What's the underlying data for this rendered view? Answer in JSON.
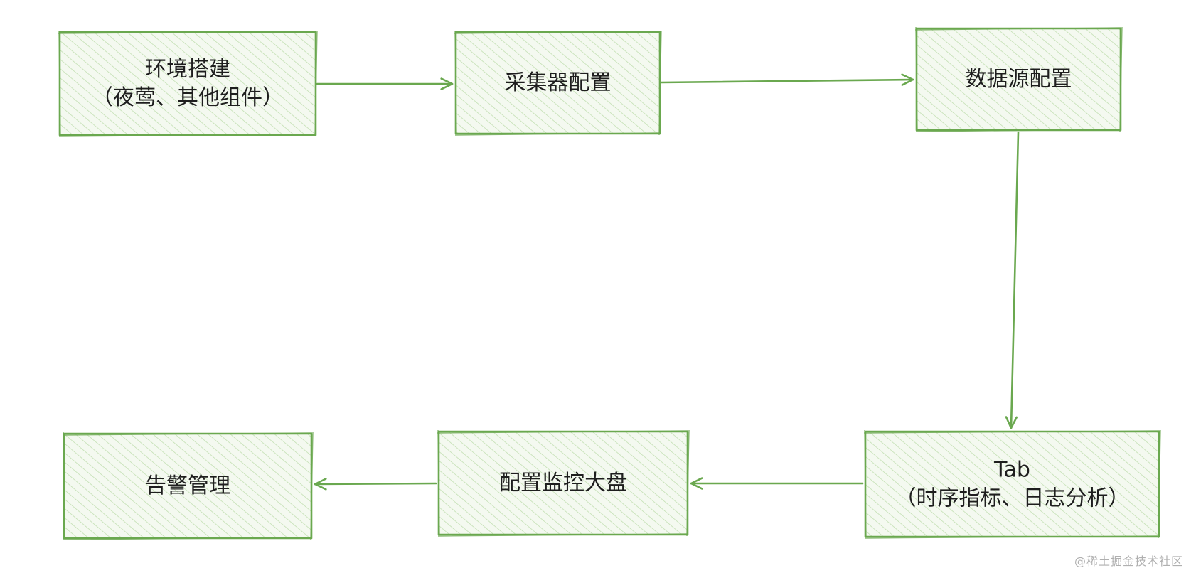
{
  "theme": {
    "stroke": "#6aa84f",
    "fill": "#f3f8ef",
    "hatch": "#b9d8a6",
    "text": "#1e1e1e"
  },
  "nodes": {
    "env_setup": {
      "lines": [
        "环境搭建",
        "（夜莺、其他组件）"
      ]
    },
    "collector": {
      "lines": [
        "采集器配置"
      ]
    },
    "datasource": {
      "lines": [
        "数据源配置"
      ]
    },
    "tab": {
      "lines": [
        "Tab",
        "（时序指标、日志分析）"
      ]
    },
    "dashboard": {
      "lines": [
        "配置监控大盘"
      ]
    },
    "alert": {
      "lines": [
        "告警管理"
      ]
    }
  },
  "edges": [
    {
      "from": "env_setup",
      "to": "collector"
    },
    {
      "from": "collector",
      "to": "datasource"
    },
    {
      "from": "datasource",
      "to": "tab"
    },
    {
      "from": "tab",
      "to": "dashboard"
    },
    {
      "from": "dashboard",
      "to": "alert"
    }
  ],
  "watermark": "@稀土掘金技术社区"
}
